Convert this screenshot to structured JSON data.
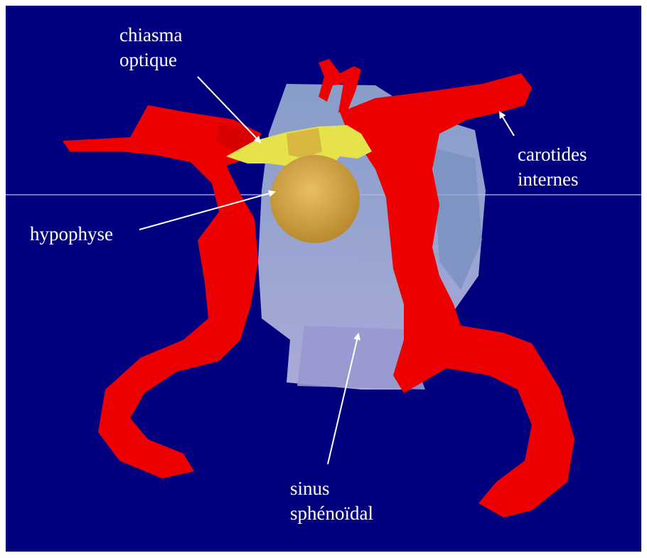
{
  "colors": {
    "background": "#00007f",
    "artery": "#ee0000",
    "chiasm": "#e6e24a",
    "pituitary": "#d9a94a",
    "sinus": "#a8c0dc",
    "label_text": "#ffffff",
    "arrow": "#ffffff"
  },
  "labels": {
    "chiasma": [
      "chiasma",
      "optique"
    ],
    "carotides": [
      "carotides",
      "internes"
    ],
    "hypophyse": "hypophyse",
    "sinus": [
      "sinus",
      "sphénoïdal"
    ]
  }
}
